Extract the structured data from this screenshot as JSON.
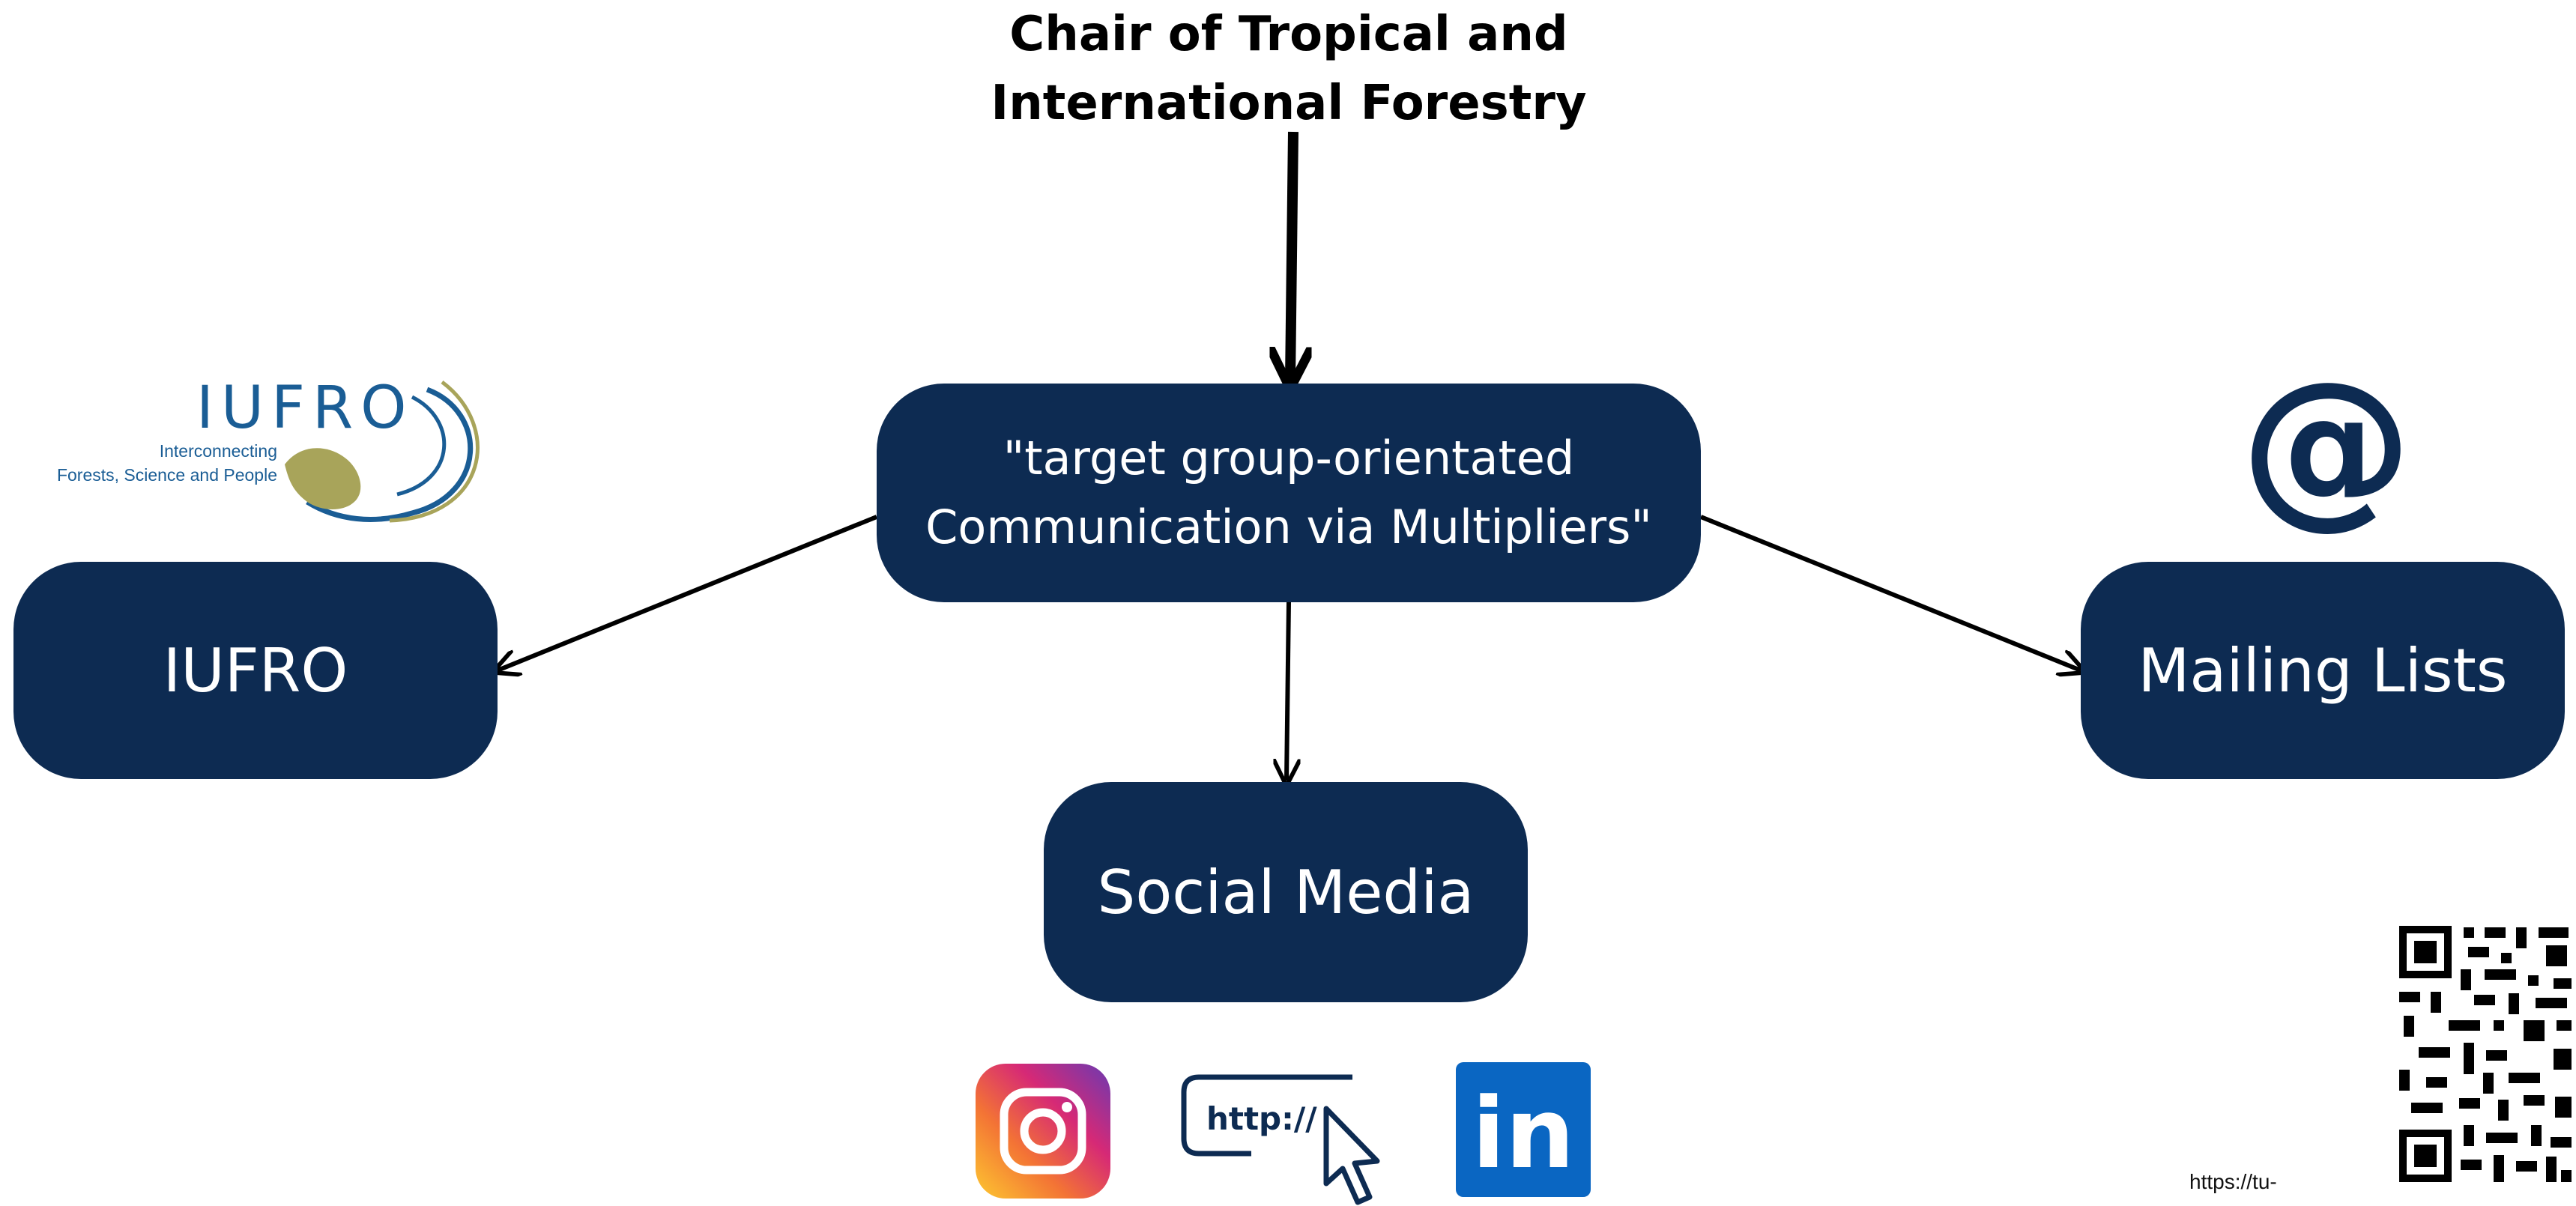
{
  "title_line1": "Chair of Tropical and",
  "title_line2": "International Forestry",
  "nodes": {
    "center_line1": "\"target group-orientated",
    "center_line2": "Communication via Multipliers\"",
    "iufro": "IUFRO",
    "social": "Social Media",
    "mail": "Mailing Lists"
  },
  "iufro_logo": {
    "word": "IUFRO",
    "tagline1": "Interconnecting",
    "tagline2": "Forests, Science and People"
  },
  "icons": {
    "email": "at-sign-icon",
    "instagram": "instagram-icon",
    "web": "http-cursor-icon",
    "web_text": "http://",
    "linkedin": "linkedin-icon",
    "linkedin_text": "in",
    "qr": "qr-code-icon"
  },
  "url_text": "https://tu-",
  "colors": {
    "node_fill": "#0d2b52",
    "node_text": "#ffffff",
    "iufro_blue": "#1a5d95",
    "iufro_leaf": "#a8a45a",
    "linkedin_blue": "#0a66c2"
  }
}
